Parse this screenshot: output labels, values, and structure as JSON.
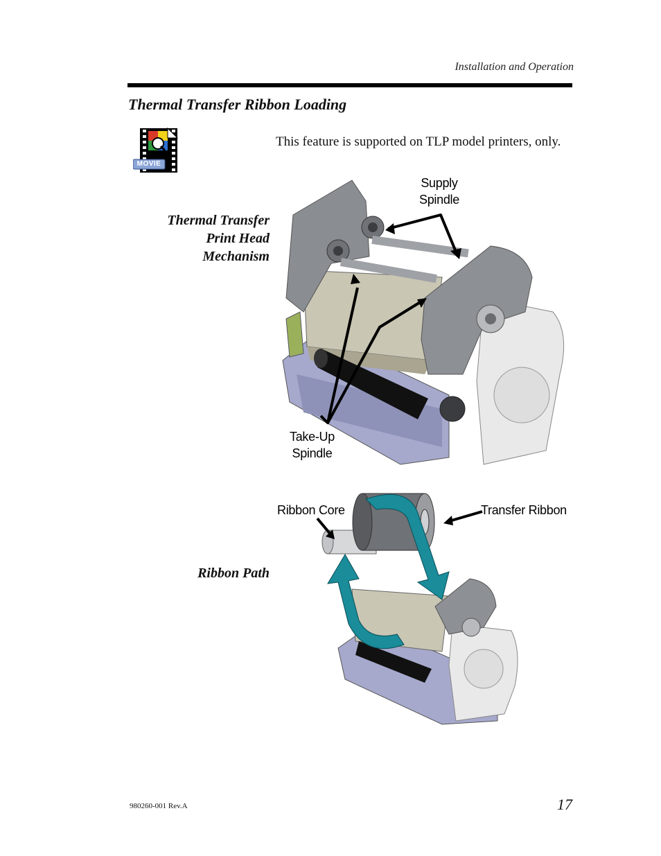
{
  "header": {
    "running_head": "Installation and Operation"
  },
  "section": {
    "title": "Thermal Transfer Ribbon Loading"
  },
  "movie_icon": {
    "label": "MOVIE",
    "icon": "movie-film-icon"
  },
  "intro_text": "This feature is supported on TLP model printers, only.",
  "figures": {
    "mechanism": {
      "label_lines": [
        "Thermal Transfer",
        "Print Head",
        "Mechanism"
      ],
      "callouts": {
        "supply": [
          "Supply",
          "Spindle"
        ],
        "takeup": [
          "Take-Up",
          "Spindle"
        ]
      }
    },
    "ribbon_path": {
      "label": "Ribbon Path",
      "callouts": {
        "core": "Ribbon Core",
        "ribbon": "Transfer Ribbon"
      }
    }
  },
  "footer": {
    "doc_number": "980260-001 Rev.A",
    "page_number": "17"
  },
  "colors": {
    "teal_arrow": "#1a8c9a",
    "housing": "#8d9094",
    "frame": "#9fa3c6"
  }
}
